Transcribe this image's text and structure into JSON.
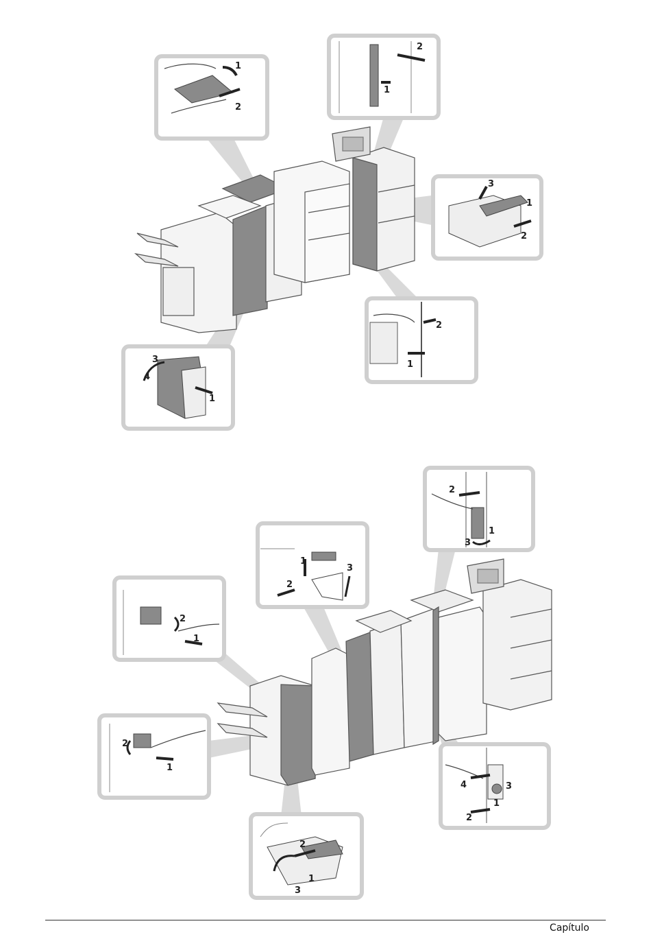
{
  "footer": {
    "chapter_label": "Capítulo"
  },
  "figure_top": {
    "callouts": [
      {
        "name": "callout-top-finisher-cover",
        "steps": [
          "1",
          "2"
        ]
      },
      {
        "name": "callout-top-front-door-lever",
        "steps": [
          "2",
          "1"
        ]
      },
      {
        "name": "callout-top-paper-drawer",
        "steps": [
          "3",
          "1",
          "2"
        ]
      },
      {
        "name": "callout-top-side-door",
        "steps": [
          "2",
          "1"
        ]
      },
      {
        "name": "callout-top-inserter-unit",
        "steps": [
          "3",
          "4",
          "1"
        ]
      }
    ]
  },
  "figure_bottom": {
    "callouts": [
      {
        "name": "callout-bottom-upper-right-unit",
        "steps": [
          "2",
          "1",
          "3"
        ]
      },
      {
        "name": "callout-bottom-guide-release",
        "steps": [
          "1",
          "2",
          "3"
        ]
      },
      {
        "name": "callout-bottom-staple-unit",
        "steps": [
          "2",
          "1"
        ]
      },
      {
        "name": "callout-bottom-stapler-cartridge",
        "steps": [
          "2",
          "1"
        ]
      },
      {
        "name": "callout-bottom-lower-right-unit",
        "steps": [
          "4",
          "3",
          "1",
          "2"
        ]
      },
      {
        "name": "callout-bottom-saddle-unit",
        "steps": [
          "2",
          "1",
          "3"
        ]
      }
    ]
  }
}
